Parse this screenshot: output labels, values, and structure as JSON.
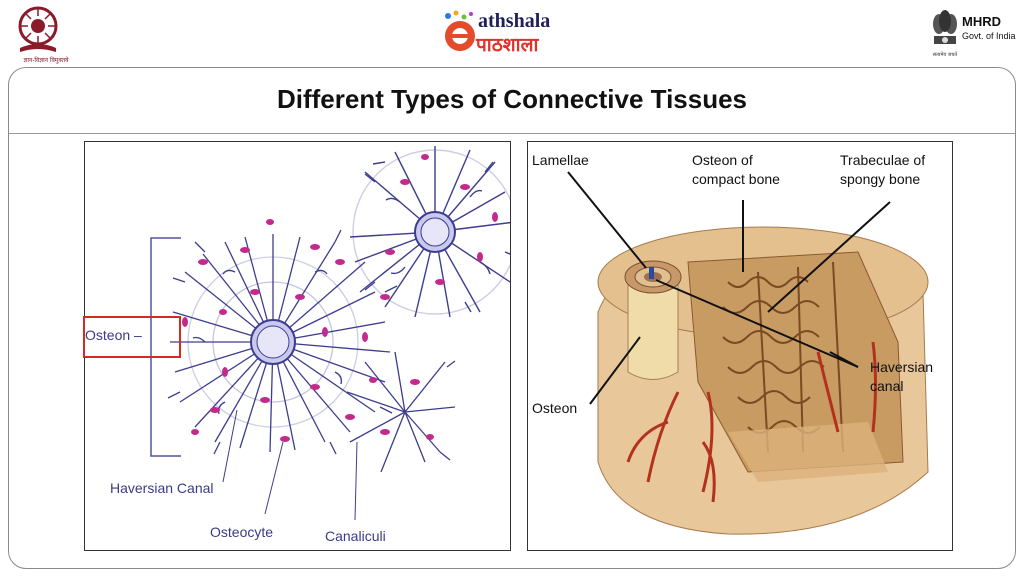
{
  "header": {
    "left_logo_caption": "ज्ञान-विज्ञान विमुक्तये",
    "brand_en": "athshala",
    "brand_hi": "पाठशाला",
    "right_org": "MHRD",
    "right_sub": "Govt. of India",
    "emblem_caption": "सत्यमेव जयते"
  },
  "slide": {
    "title": "Different Types of Connective Tissues"
  },
  "left_figure": {
    "labels": {
      "osteon": "Osteon –",
      "haversian_canal": "Haversian Canal",
      "osteocyte": "Osteocyte",
      "canaliculi": "Canaliculi"
    },
    "highlight_color": "#d62a1e"
  },
  "right_figure": {
    "labels": {
      "lamellae": "Lamellae",
      "osteon_compact_1": "Osteon of",
      "osteon_compact_2": "compact bone",
      "trabeculae_1": "Trabeculae of",
      "trabeculae_2": "spongy bone",
      "haversian_1": "Haversian",
      "haversian_2": "canal",
      "osteon": "Osteon"
    }
  }
}
